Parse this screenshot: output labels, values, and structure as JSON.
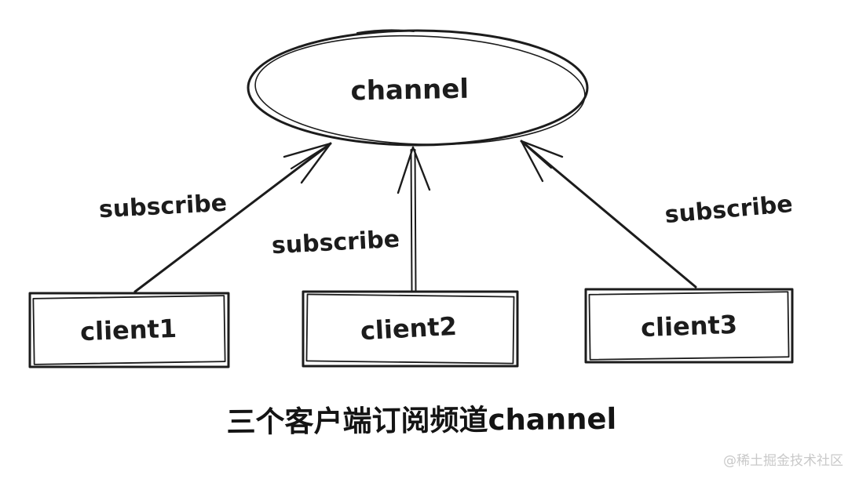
{
  "diagram": {
    "type": "hand-drawn pub/sub topology sketch",
    "channel": {
      "label": "channel"
    },
    "clients": [
      {
        "label": "client1"
      },
      {
        "label": "client2"
      },
      {
        "label": "client3"
      }
    ],
    "edges": [
      {
        "from": "client1",
        "to": "channel",
        "label": "subscribe"
      },
      {
        "from": "client2",
        "to": "channel",
        "label": "subscribe"
      },
      {
        "from": "client3",
        "to": "channel",
        "label": "subscribe"
      }
    ],
    "caption": "三个客户端订阅频道channel",
    "watermark": "@稀土掘金技术社区",
    "colors": {
      "ink": "#1c1c1c",
      "background": "#ffffff",
      "watermark": "#c9c9c9"
    }
  }
}
